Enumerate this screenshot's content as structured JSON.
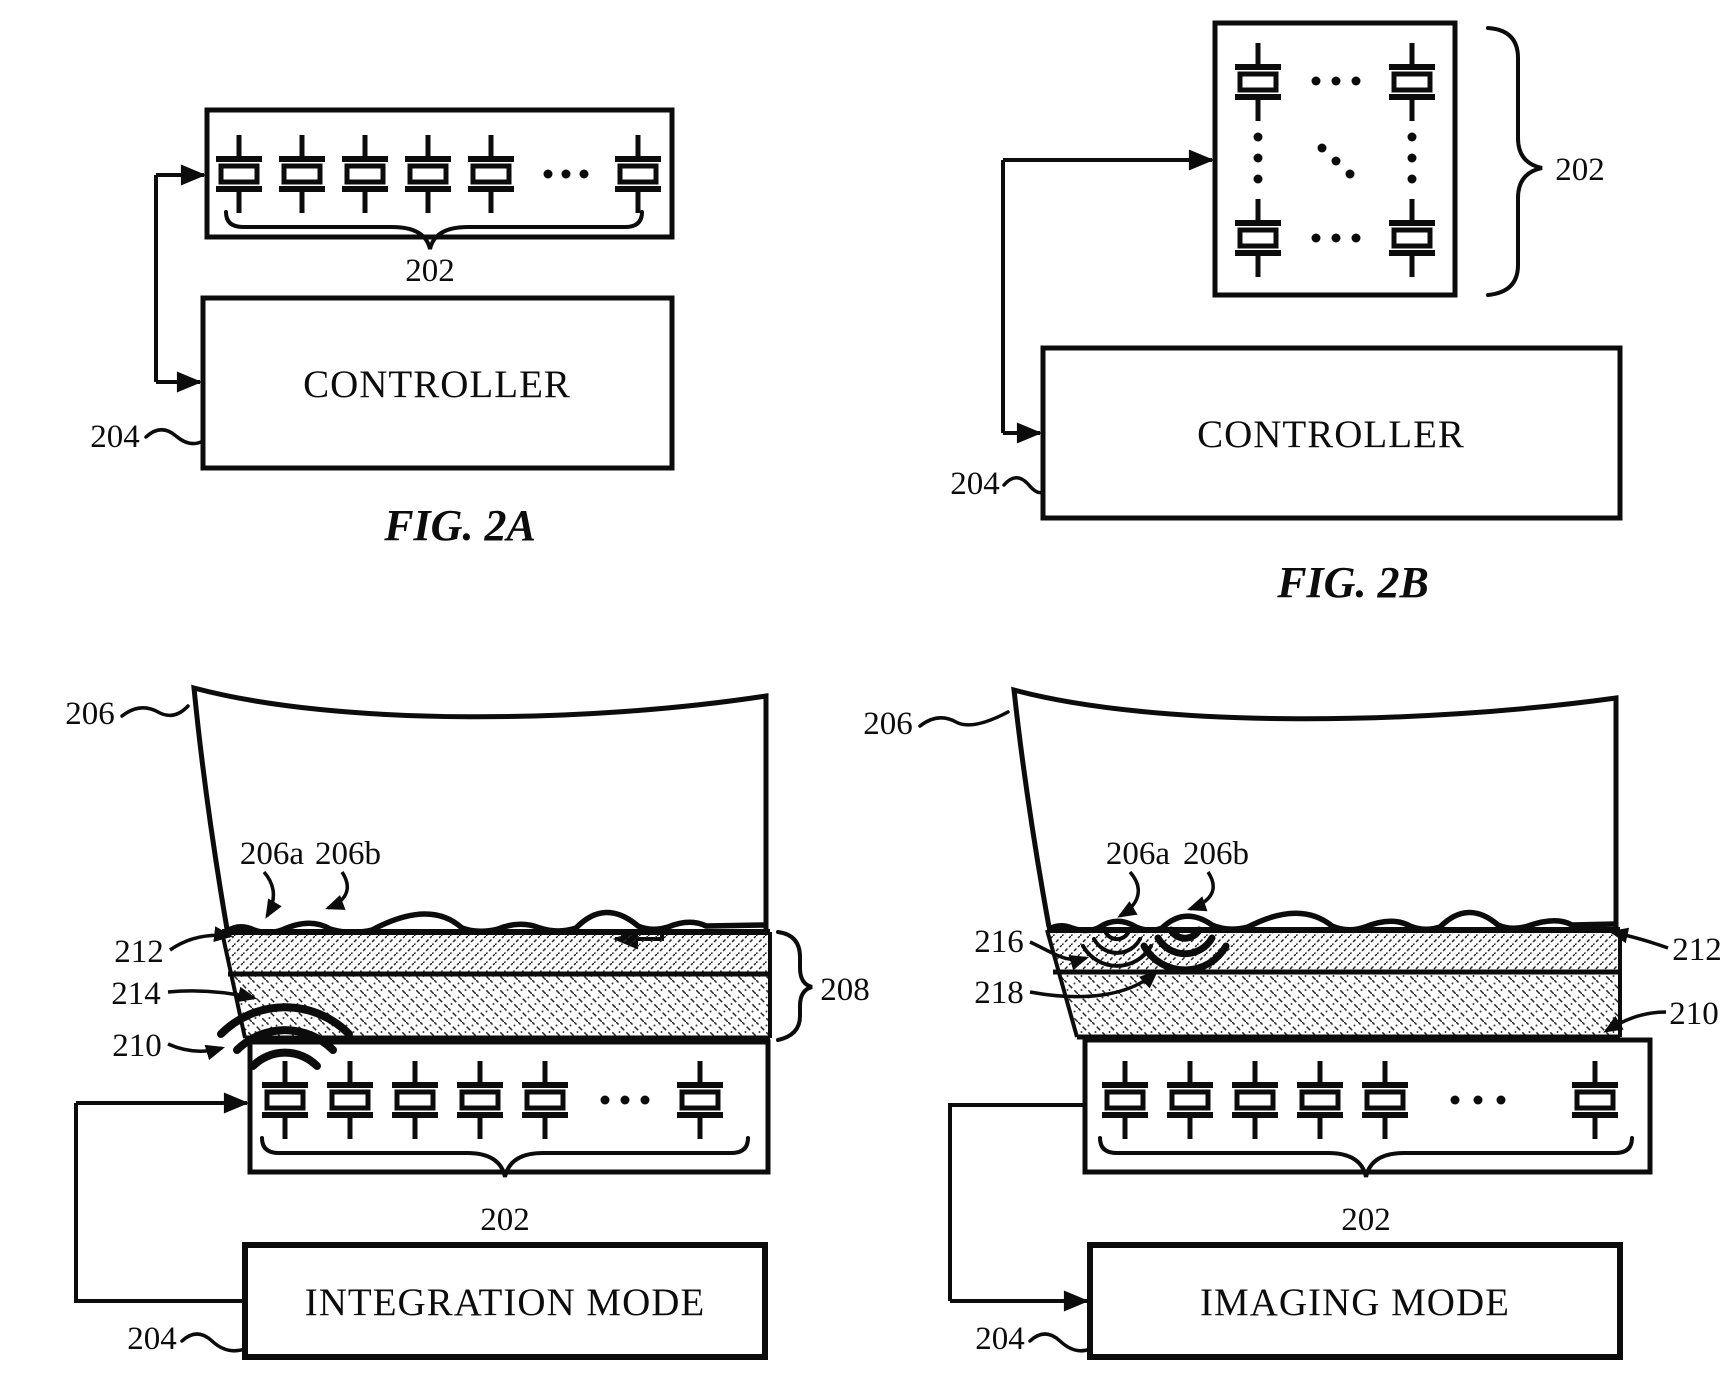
{
  "fig2a": {
    "caption": "FIG. 2A",
    "array_ref": "202",
    "controller_label": "CONTROLLER",
    "controller_ref": "204"
  },
  "fig2b": {
    "caption": "FIG. 2B",
    "array_ref": "202",
    "controller_label": "CONTROLLER",
    "controller_ref": "204"
  },
  "integration": {
    "mode_label": "INTEGRATION MODE",
    "mode_ref": "204",
    "array_ref": "202",
    "finger_ref": "206",
    "surface_a_ref": "206a",
    "surface_b_ref": "206b",
    "top_layer_ref": "212",
    "bottom_layer_ref": "214",
    "wave_ref": "210",
    "stack_ref": "208"
  },
  "imaging": {
    "mode_label": "IMAGING MODE",
    "mode_ref": "204",
    "array_ref": "202",
    "finger_ref": "206",
    "surface_a_ref": "206a",
    "surface_b_ref": "206b",
    "top_layer_ref": "212",
    "bottom_layer_ref": "210",
    "echo_a_ref": "216",
    "echo_b_ref": "218"
  },
  "colors": {
    "ink": "#0c0c0c",
    "paper": "#ffffff"
  }
}
